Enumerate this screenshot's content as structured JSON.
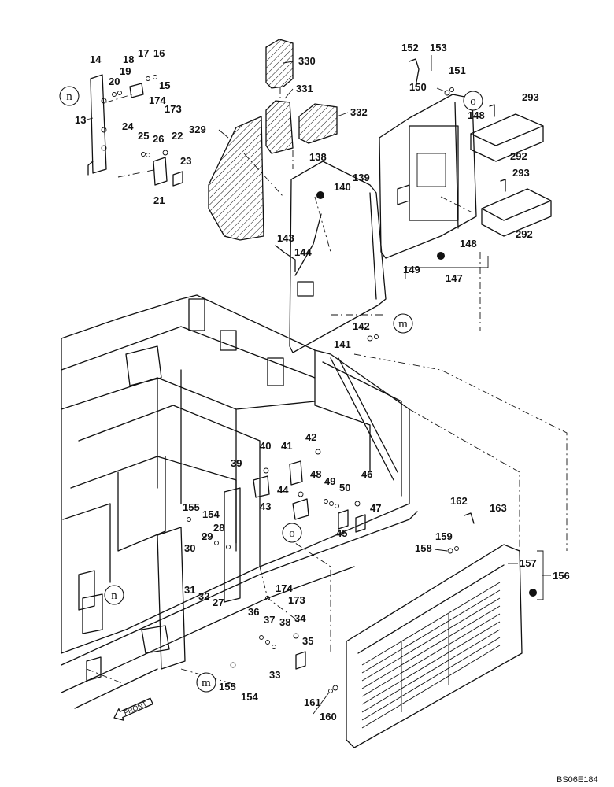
{
  "callouts": [
    "13",
    "14",
    "15",
    "16",
    "17",
    "18",
    "19",
    "20",
    "21",
    "22",
    "23",
    "24",
    "25",
    "26",
    "27",
    "28",
    "29",
    "30",
    "31",
    "32",
    "33",
    "34",
    "35",
    "36",
    "37",
    "38",
    "39",
    "40",
    "41",
    "42",
    "43",
    "44",
    "45",
    "46",
    "47",
    "48",
    "49",
    "50",
    "138",
    "139",
    "140",
    "141",
    "142",
    "143",
    "144",
    "147",
    "148",
    "148",
    "149",
    "150",
    "151",
    "152",
    "153",
    "154",
    "154",
    "155",
    "155",
    "156",
    "157",
    "158",
    "159",
    "160",
    "161",
    "162",
    "163",
    "173",
    "173",
    "174",
    "174",
    "292",
    "292",
    "293",
    "293",
    "329",
    "330",
    "331",
    "332"
  ],
  "reference_markers": [
    "n",
    "n",
    "o",
    "o",
    "m",
    "m"
  ],
  "front_arrow_label": "FRONT",
  "drawing_code": "BS06E184",
  "colors": {
    "ink": "#111111",
    "paper": "#ffffff"
  }
}
